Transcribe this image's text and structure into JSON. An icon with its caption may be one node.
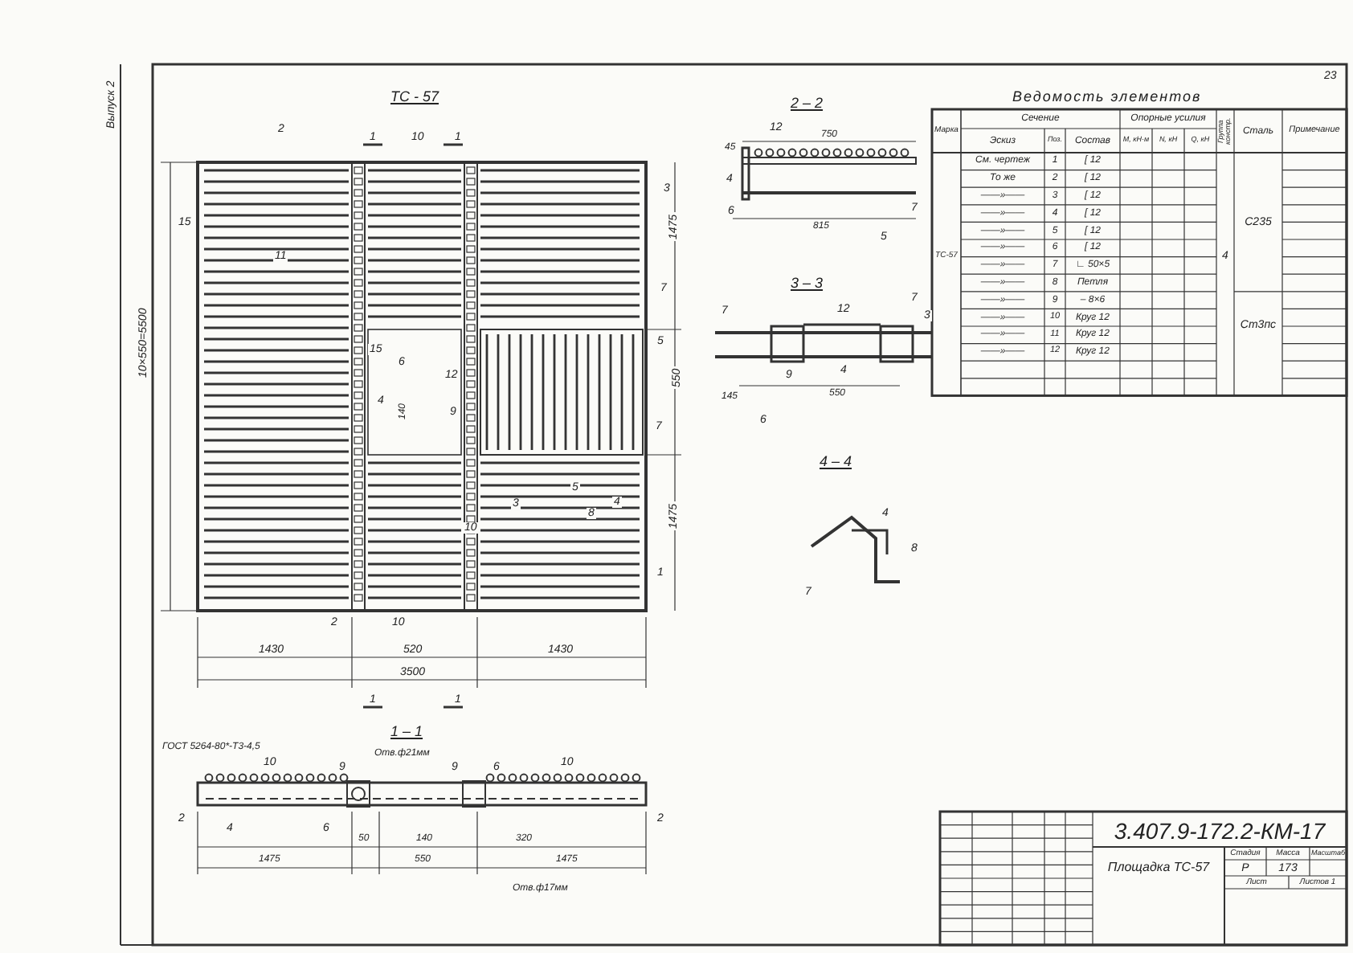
{
  "diagram": {
    "title": "ТС - 57",
    "labels": [
      "2",
      "1",
      "10",
      "1",
      "3",
      "15",
      "11",
      "7",
      "5",
      "15",
      "6",
      "12",
      "4",
      "140",
      "9",
      "7",
      "3",
      "5",
      "8",
      "4",
      "10",
      "1",
      "2",
      "10",
      "1430",
      "520",
      "1430",
      "3500",
      "1",
      "1",
      "10×550=5500",
      "1475",
      "550",
      "1475",
      "2 – 2",
      "12",
      "750",
      "45",
      "4",
      "6",
      "815",
      "5",
      "7",
      "3 – 3",
      "7",
      "12",
      "7",
      "3",
      "9",
      "4",
      "145",
      "550",
      "6",
      "4 – 4",
      "4",
      "8",
      "7",
      "1 – 1",
      "ГОСТ 5264-80*-Т3-4,5",
      "10",
      "9",
      "Отв.ф21мм",
      "9",
      "6",
      "10",
      "2",
      "4",
      "6",
      "2",
      "50",
      "140",
      "320",
      "1475",
      "550",
      "1475",
      "Отв.ф17мм",
      "Ведомость элементов",
      "Марка",
      "Сечение",
      "Опорные усилия",
      "Группа констр.",
      "Сталь",
      "Примечание",
      "Эскиз",
      "Поз.",
      "Состав",
      "M, кН·м",
      "N, кН",
      "Q, кН",
      "ТС-57",
      "См. чертеж",
      "1",
      "[ 12",
      "4",
      "С235",
      "То же",
      "2",
      "[ 12",
      "——»——",
      "3",
      "[ 12",
      "——»——",
      "4",
      "[ 12",
      "——»——",
      "5",
      "[ 12",
      "——»——",
      "6",
      "[ 12",
      "——»——",
      "7",
      "∟ 50×5",
      "——»——",
      "8",
      "Петля",
      "——»——",
      "9",
      "– 8×6",
      "Ст3пс",
      "——»——",
      "10",
      "Круг 12",
      "——»——",
      "11",
      "Круг 12",
      "——»——",
      "12",
      "Круг 12",
      "3.407.9-172.2-КМ-17",
      "Площадка ТС-57",
      "Стадия",
      "Масса",
      "Масштаб",
      "Р",
      "173",
      "Лист",
      "Листов 1",
      "23",
      "Выпуск 2"
    ]
  }
}
